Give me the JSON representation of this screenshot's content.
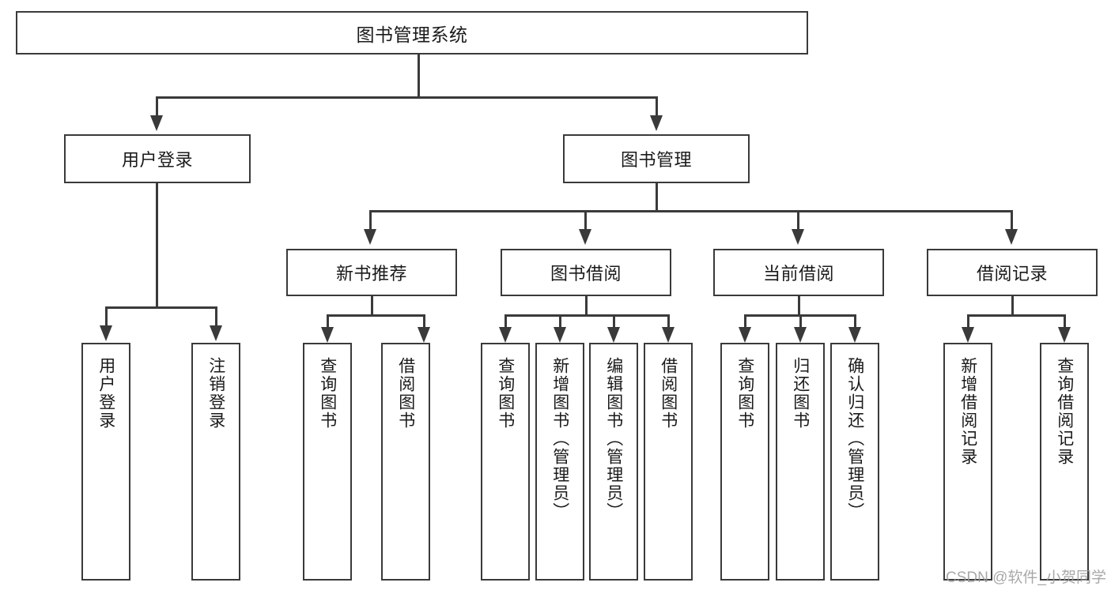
{
  "diagram": {
    "title": "图书管理系统",
    "root": {
      "label": "图书管理系统"
    },
    "level2": [
      {
        "label": "用户登录"
      },
      {
        "label": "图书管理"
      }
    ],
    "level3": [
      {
        "label": "新书推荐"
      },
      {
        "label": "图书借阅"
      },
      {
        "label": "当前借阅"
      },
      {
        "label": "借阅记录"
      }
    ],
    "leaves": {
      "user_login": [
        {
          "label": "用户登录"
        },
        {
          "label": "注销登录"
        }
      ],
      "new_book_recommend": [
        {
          "label": "查询图书"
        },
        {
          "label": "借阅图书"
        }
      ],
      "book_borrow": [
        {
          "label": "查询图书"
        },
        {
          "label": "新增图书（管理员）"
        },
        {
          "label": "编辑图书（管理员）"
        },
        {
          "label": "借阅图书"
        }
      ],
      "current_borrow": [
        {
          "label": "查询图书"
        },
        {
          "label": "归还图书"
        },
        {
          "label": "确认归还（管理员）"
        }
      ],
      "borrow_record": [
        {
          "label": "新增借阅记录"
        },
        {
          "label": "查询借阅记录"
        }
      ]
    },
    "watermark": "CSDN @软件_小贺同学",
    "colors": {
      "stroke": "#3a3a3a",
      "background": "#ffffff",
      "text": "#1a1a1a",
      "watermark": "#9a9a9a"
    }
  }
}
